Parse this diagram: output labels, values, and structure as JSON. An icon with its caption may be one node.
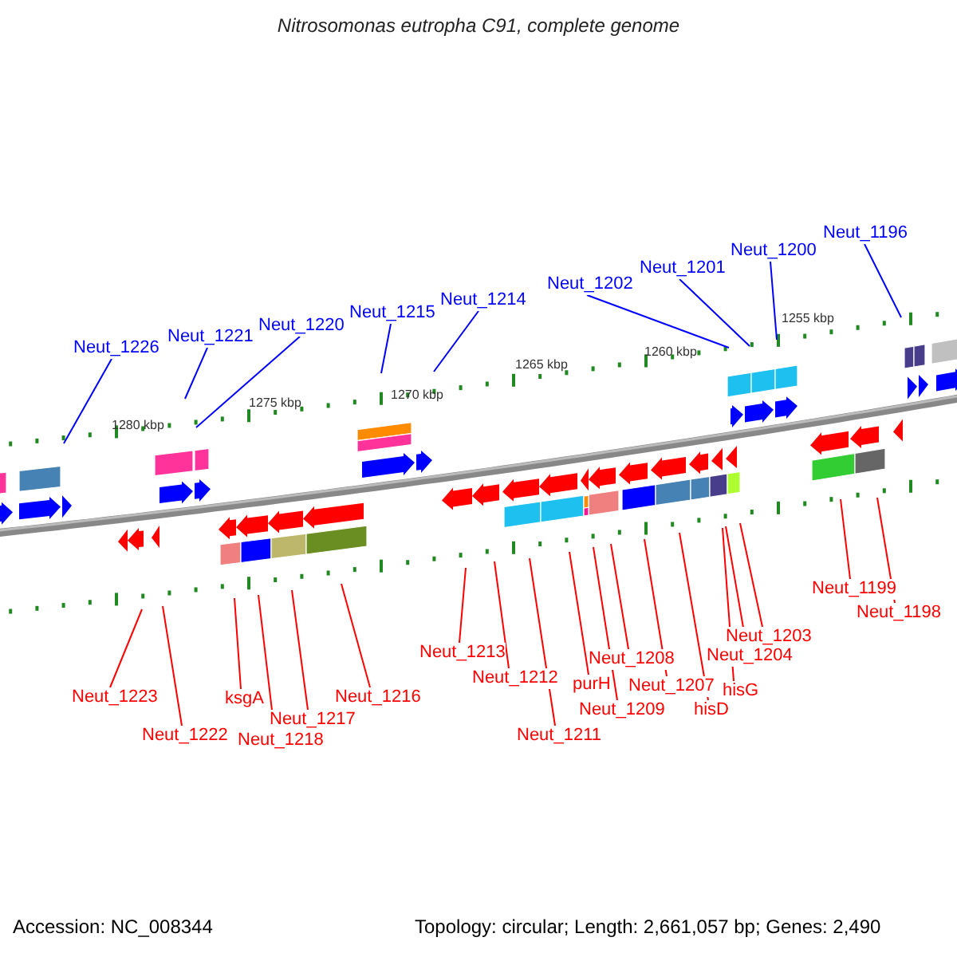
{
  "diagram": {
    "title": "Nitrosomonas eutropha C91, complete genome",
    "nodes": [
      {
        "text": [
          "Neut_1226"
        ]
      },
      {
        "text": [
          "Neut_1221"
        ]
      },
      {
        "text": [
          "Neut_1220"
        ]
      },
      {
        "text": [
          "Neut_1215"
        ]
      },
      {
        "text": [
          "Neut_1214"
        ]
      },
      {
        "text": [
          "Neut_1202"
        ]
      },
      {
        "text": [
          "Neut_1201"
        ]
      },
      {
        "text": [
          "Neut_1200"
        ]
      },
      {
        "text": [
          "Neut_1196"
        ]
      },
      {
        "text": [
          "Neut_1223"
        ]
      },
      {
        "text": [
          "Neut_1222"
        ]
      },
      {
        "text": [
          "ksgA"
        ]
      },
      {
        "text": [
          "Neut_1218"
        ]
      },
      {
        "text": [
          "Neut_1217"
        ]
      },
      {
        "text": [
          "Neut_1216"
        ]
      },
      {
        "text": [
          "Neut_1213"
        ]
      },
      {
        "text": [
          "Neut_1212"
        ]
      },
      {
        "text": [
          "Neut_1211"
        ]
      },
      {
        "text": [
          "purH"
        ]
      },
      {
        "text": [
          "Neut_1209"
        ]
      },
      {
        "text": [
          "Neut_1208"
        ]
      },
      {
        "text": [
          "Neut_1207"
        ]
      },
      {
        "text": [
          "hisD"
        ]
      },
      {
        "text": [
          "hisG"
        ]
      },
      {
        "text": [
          "Neut_1204"
        ]
      },
      {
        "text": [
          "Neut_1203"
        ]
      },
      {
        "text": [
          "Neut_1199"
        ]
      },
      {
        "text": [
          "Neut_1198"
        ]
      }
    ],
    "edges": [
      {
        "from": 0,
        "to": null,
        "arrow": "none",
        "color": "#0000ff"
      },
      {
        "from": 1,
        "to": null,
        "arrow": "none",
        "color": "#0000ff"
      },
      {
        "from": 2,
        "to": null,
        "arrow": "none",
        "color": "#0000ff"
      },
      {
        "from": 3,
        "to": null,
        "arrow": "none",
        "color": "#0000ff"
      },
      {
        "from": 4,
        "to": null,
        "arrow": "none",
        "color": "#0000ff"
      },
      {
        "from": 5,
        "to": null,
        "arrow": "none",
        "color": "#0000ff"
      },
      {
        "from": 6,
        "to": null,
        "arrow": "none",
        "color": "#0000ff"
      },
      {
        "from": 7,
        "to": null,
        "arrow": "none",
        "color": "#0000ff"
      },
      {
        "from": 8,
        "to": null,
        "arrow": "none",
        "color": "#0000ff"
      },
      {
        "from": 9,
        "to": null,
        "arrow": "none"
      },
      {
        "from": 10,
        "to": null,
        "arrow": "none"
      },
      {
        "from": 11,
        "to": null,
        "arrow": "none"
      },
      {
        "from": 12,
        "to": null,
        "arrow": "none"
      },
      {
        "from": 13,
        "to": null,
        "arrow": "none"
      },
      {
        "from": 14,
        "to": null,
        "arrow": "none"
      },
      {
        "from": 15,
        "to": null,
        "arrow": "none"
      },
      {
        "from": 16,
        "to": null,
        "arrow": "none"
      },
      {
        "from": 17,
        "to": null,
        "arrow": "none"
      },
      {
        "from": 18,
        "to": null,
        "arrow": "none"
      },
      {
        "from": 19,
        "to": null,
        "arrow": "none"
      },
      {
        "from": 20,
        "to": null,
        "arrow": "none"
      },
      {
        "from": 21,
        "to": null,
        "arrow": "none"
      },
      {
        "from": 22,
        "to": null,
        "arrow": "none"
      },
      {
        "from": 23,
        "to": null,
        "arrow": "none"
      },
      {
        "from": 24,
        "to": null,
        "arrow": "none"
      },
      {
        "from": 25,
        "to": null,
        "arrow": "none"
      },
      {
        "from": 26,
        "to": null,
        "arrow": "none"
      },
      {
        "from": 27,
        "to": null,
        "arrow": "none"
      }
    ],
    "labels": [
      "1280 kbp",
      "1275 kbp",
      "1270 kbp",
      "1265 kbp",
      "1260 kbp",
      "1255 kbp",
      "Accession: NC_008344",
      "Topology: circular; Length: 2,661,057 bp; Genes: 2,490"
    ]
  }
}
